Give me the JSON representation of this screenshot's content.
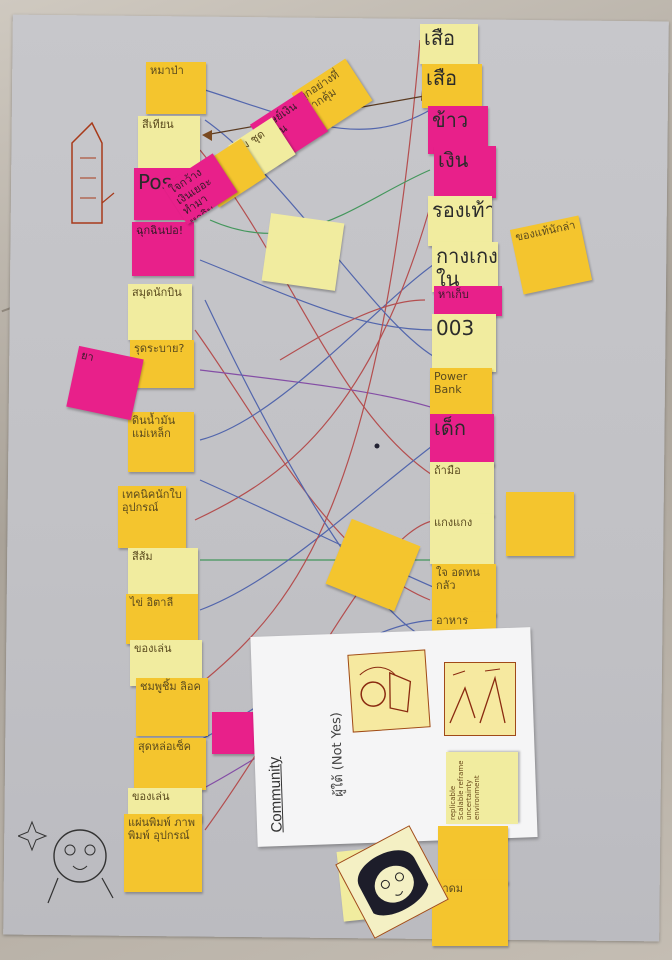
{
  "photo": {
    "left_column": [
      "หมาป่า",
      "สีเทียน",
      "Pos",
      "ฉุกฉินปอ!",
      "สมุดนักบิน",
      "รุดระบาย?",
      "ดินน้ำมัน แม่เหล็ก",
      "เทคนิคนักใบ อุปกรณ์",
      "สีส้ม",
      "ไข่ อิตาลี",
      "ของเล่น",
      "ชมพูชิ้ม ลิอค",
      "สุดหล่อเซ็ค",
      "ของเล่น",
      "แผ่นพิมพ์ ภาพพิมพ์ อุปกรณ์"
    ],
    "right_column": [
      "เสือ",
      "เสือ",
      "ข้าว",
      "เงิน",
      "รองเท้า",
      "กางเกงใน",
      "หาเก็บ",
      "003",
      "Power Bank",
      "เด็ก",
      "ถ้ามือ",
      "แกงแกง",
      "ใจ อดทน กลัว",
      "อาหาร",
      "ยาดม"
    ],
    "diagonal_notes": [
      "ทุกอย่างที่ยากคุ้ม",
      "มนุษย์เงินเดือน",
      "ทุ่ม ชุด",
      "ใจกว้างเงินเยอะ ทำมาหากิน"
    ],
    "side_notes": [
      "ยา",
      "ของแท้นักล่า"
    ],
    "paper_title": "Community",
    "paper_subtitle": "ผู้ใต้ (Not Yes)",
    "sketch_note_text": "replicable Scalable reframe uncertainty environment",
    "colors": {
      "yellow": "#f4c52e",
      "light_yellow": "#f1ec9f",
      "pink": "#e8208a",
      "sheet": "#c4c4c8"
    }
  }
}
